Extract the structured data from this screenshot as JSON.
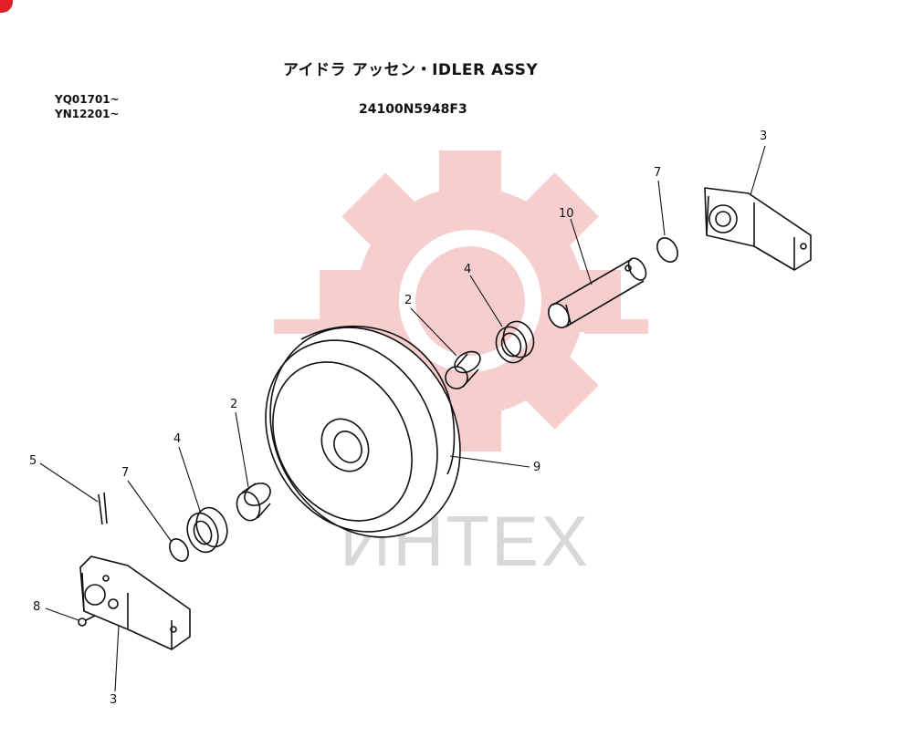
{
  "header": {
    "title": "アイドラ アッセン・IDLER ASSY",
    "part_number": "24100N5948F3",
    "serial_ranges": [
      "YQ01701~",
      "YN12201~"
    ]
  },
  "watermark": {
    "text": "ИНТЕХ",
    "colors": {
      "gear": "#f6c6c6",
      "text": "#d8d8d8"
    }
  },
  "callouts": [
    {
      "label": "3"
    },
    {
      "label": "7"
    },
    {
      "label": "10"
    },
    {
      "label": "4"
    },
    {
      "label": "2"
    },
    {
      "label": "9"
    },
    {
      "label": "2"
    },
    {
      "label": "4"
    },
    {
      "label": "7"
    },
    {
      "label": "5"
    },
    {
      "label": "8"
    },
    {
      "label": "3"
    }
  ]
}
